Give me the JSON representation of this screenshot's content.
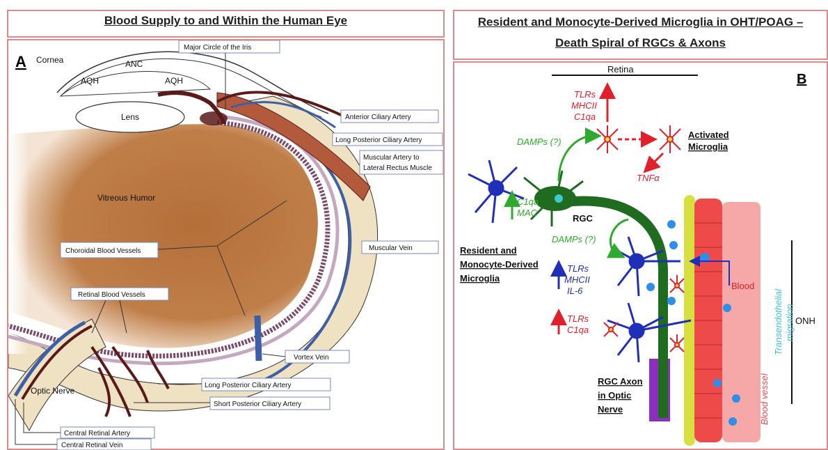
{
  "panel_a": {
    "title": "Blood Supply to and Within the Human Eye",
    "letter": "A",
    "labels": {
      "cornea": "Cornea",
      "anc": "ANC",
      "aqh_left": "AQH",
      "aqh_right": "AQH",
      "lens": "Lens",
      "vitreous": "Vitreous Humor",
      "major_circle": "Major Circle of the Iris",
      "anterior_ciliary": "Anterior Ciliary Artery",
      "long_posterior_top": "Long Posterior Ciliary Artery",
      "muscular_artery_1": "Muscular Artery to",
      "muscular_artery_2": "Lateral Rectus Muscle",
      "choroidal": "Choroidal Blood Vessels",
      "muscular_vein": "Muscular Vein",
      "retinal": "Retinal Blood Vessels",
      "vortex": "Vortex Vein",
      "optic_nerve": "Optic Nerve",
      "long_posterior_bottom": "Long Posterior Ciliary Artery",
      "short_posterior": "Short Posterior Ciliary Artery",
      "central_artery": "Central Retinal Artery",
      "central_vein": "Central Retinal Vein"
    }
  },
  "panel_b": {
    "title_line1": "Resident and Monocyte-Derived Microglia in OHT/POAG –",
    "title_line2": "Death Spiral of RGCs & Axons",
    "letter": "B",
    "labels": {
      "retina": "Retina",
      "tlrs_top": "TLRs",
      "mhcii_top": "MHCII",
      "c1qa_top": "C1qa",
      "damps_top": "DAMPs (?)",
      "activated_1": "Activated",
      "activated_2": "Microglia",
      "tnfa": "TNFα",
      "c1qa_left": "C1qa",
      "mac_left": "MAC",
      "rgc": "RGC",
      "damps_mid": "DAMPs (?)",
      "resident_1": "Resident and",
      "resident_2": "Monocyte-Derived",
      "resident_3": "Microglia",
      "tlrs_mid": "TLRs",
      "mhcii_mid": "MHCII",
      "il6": "IL-6",
      "tlrs_low": "TLRs",
      "c1qa_low": "C1qa",
      "blood": "Blood",
      "transendo_1": "Transendothelial",
      "transendo_2": "migration",
      "onh": "ONH",
      "axon_1": "RGC Axon",
      "axon_2": "in Optic",
      "axon_3": "Nerve",
      "blood_vessel": "Blood vessel"
    }
  },
  "colors": {
    "frame": "#d98a8a",
    "vitreous": "#b8723d",
    "sclera": "#efe2c2",
    "artery": "#5a1a1a",
    "vein": "#3c5fa8",
    "muscle": "#b45a3c",
    "rgc": "#1f6b1f",
    "microglia_blue": "#1f2fb8",
    "activated_red": "#e0202a",
    "vessel": "#ef4a4a",
    "axon": "#8a2fc0",
    "endo": "#d8e040"
  }
}
